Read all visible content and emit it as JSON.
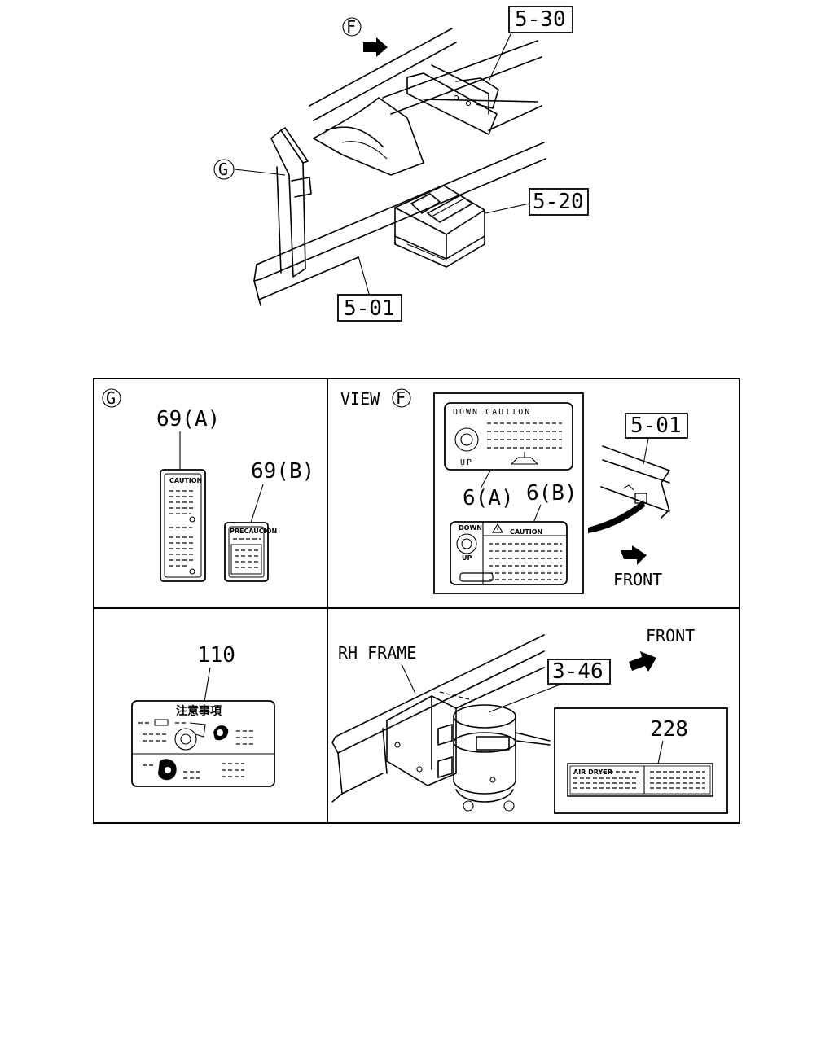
{
  "top": {
    "view_marker_f": "F",
    "view_marker_g": "G",
    "ref_5_30": "5-30",
    "ref_5_20": "5-20",
    "ref_5_01": "5-01"
  },
  "panel_g": {
    "marker": "G",
    "part_a": "69(A)",
    "part_b": "69(B)",
    "label_a_heading": "CAUTION",
    "label_b_heading": "PRECAUCION"
  },
  "panel_view_f": {
    "title": "VIEW",
    "marker": "F",
    "label_6a_top": "DOWN CAUTION",
    "label_6a_bottom": "UP",
    "part_a": "6(A)",
    "part_b": "6(B)",
    "label_6b_heading": "CAUTION",
    "label_6b_down": "DOWN",
    "label_6b_up": "UP",
    "ref_5_01": "5-01",
    "front": "FRONT"
  },
  "panel_110": {
    "part": "110",
    "label_heading": "注意事項"
  },
  "panel_rh": {
    "frame_label": "RH FRAME",
    "ref_3_46": "3-46",
    "front": "FRONT",
    "part": "228",
    "label_heading": "AIR DRYER"
  },
  "icons": [
    "front-arrow-icon",
    "caution-triangle-icon",
    "view-marker-icon"
  ]
}
